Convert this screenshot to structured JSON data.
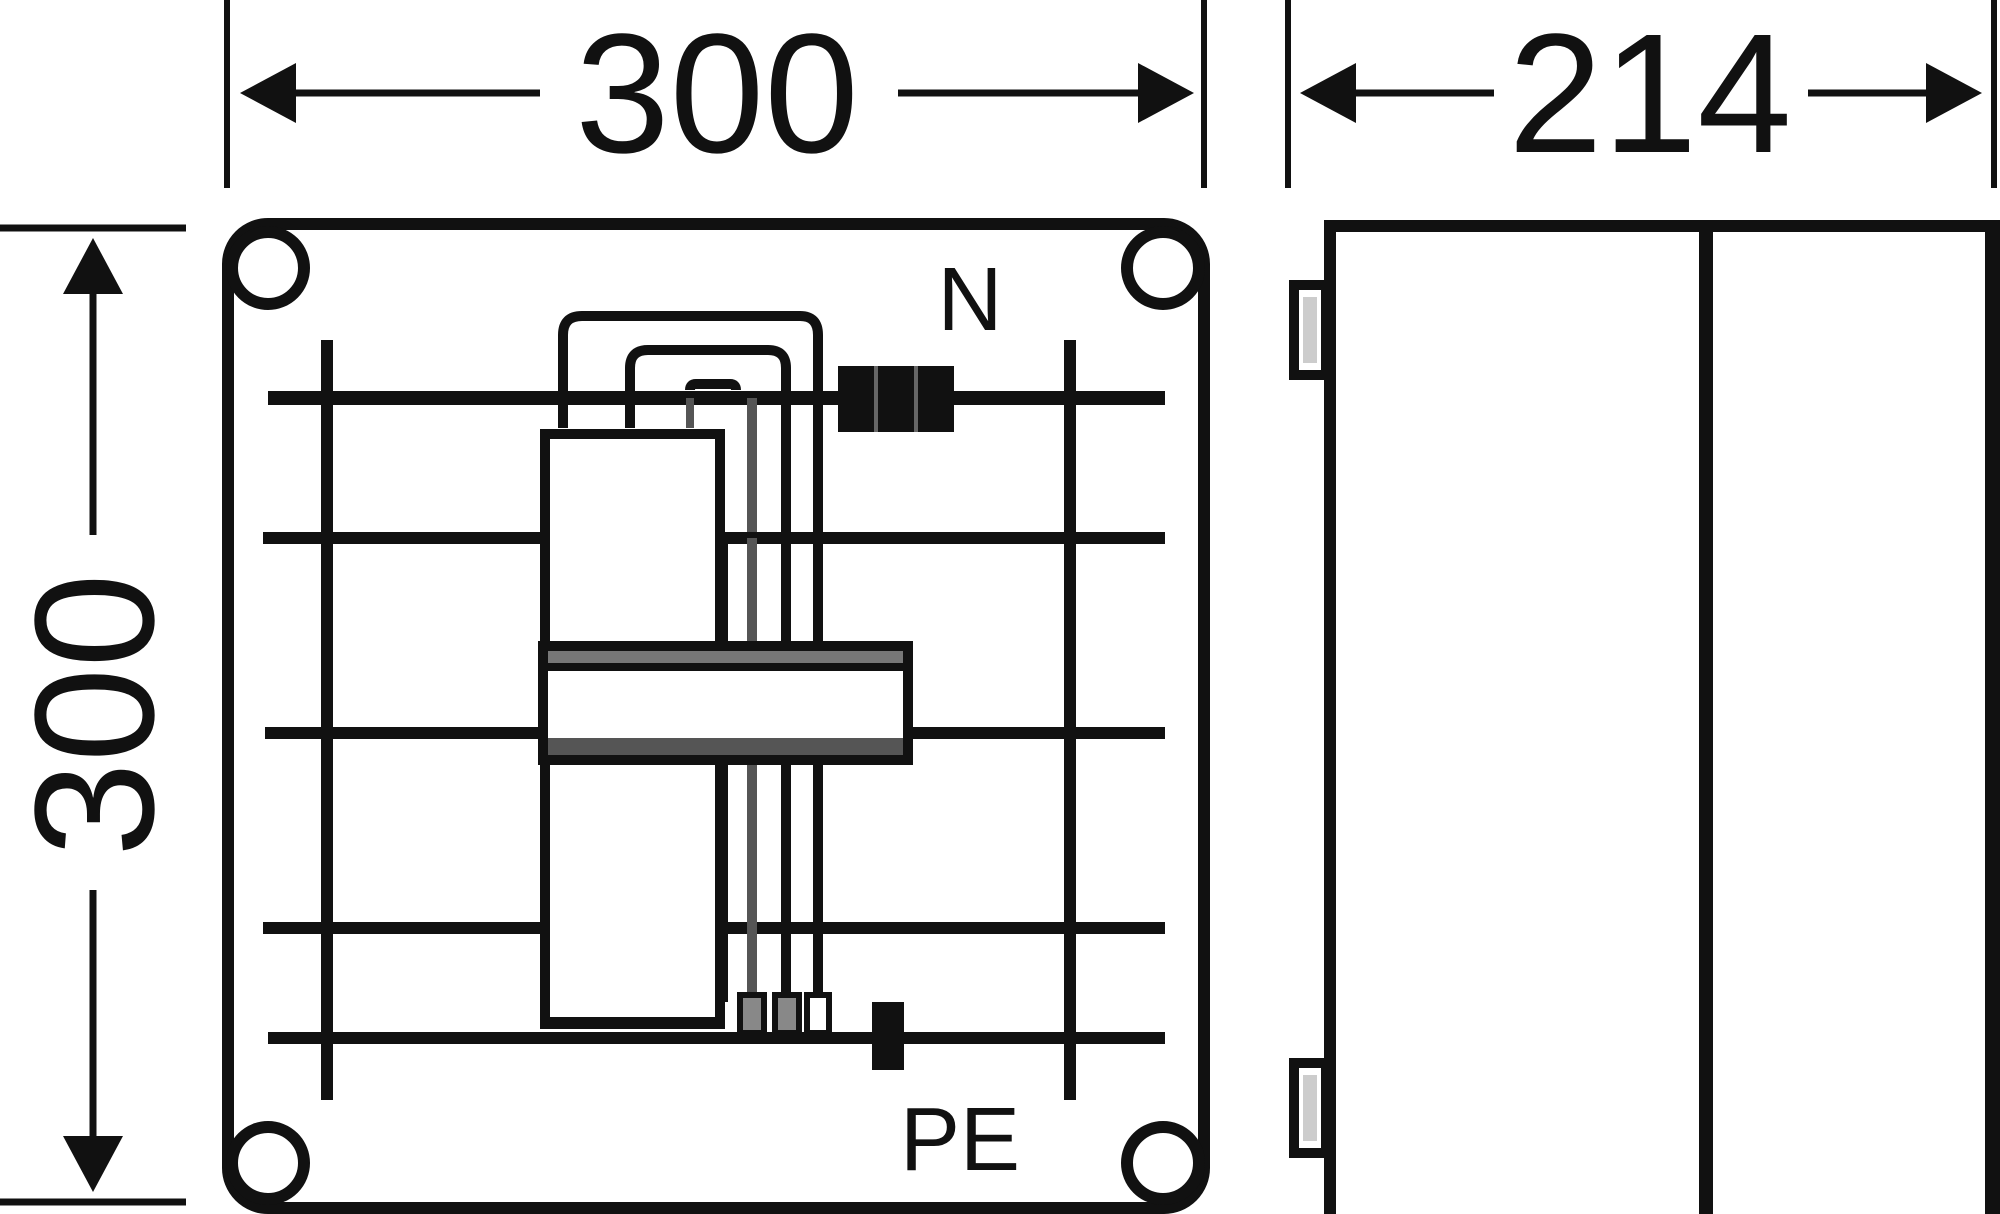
{
  "dimensions": {
    "front_width": "300",
    "front_height": "300",
    "side_depth": "214"
  },
  "labels": {
    "neutral": "N",
    "protective_earth": "PE"
  },
  "colors": {
    "line": "#111111",
    "fill_gray": "#555555",
    "background": "#ffffff"
  },
  "views": {
    "front": "front-view-enclosure",
    "side": "side-view-enclosure"
  }
}
